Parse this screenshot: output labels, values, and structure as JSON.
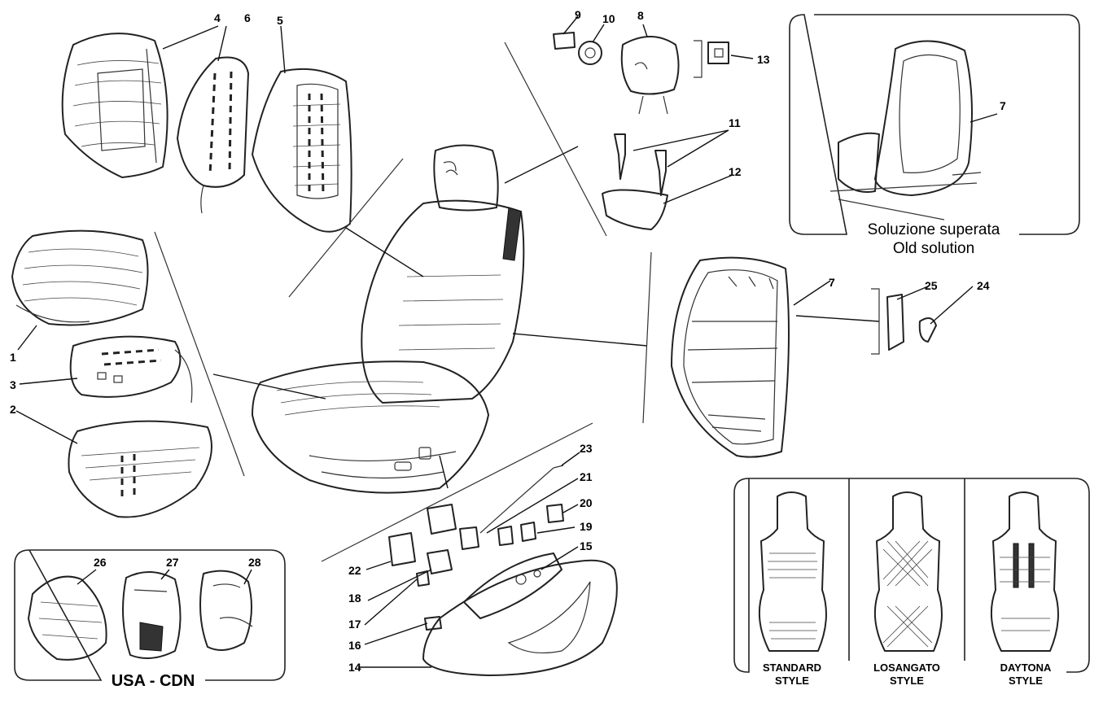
{
  "part_numbers": [
    "1",
    "2",
    "3",
    "4",
    "5",
    "6",
    "7",
    "8",
    "9",
    "10",
    "11",
    "12",
    "13",
    "14",
    "15",
    "16",
    "17",
    "18",
    "19",
    "20",
    "21",
    "22",
    "23",
    "24",
    "25",
    "26",
    "27",
    "28"
  ],
  "old_solution": {
    "label_it": "Soluzione superata",
    "label_en": "Old solution",
    "part_number": "7"
  },
  "styles": [
    {
      "line1": "STANDARD",
      "line2": "STYLE"
    },
    {
      "line1": "LOSANGATO",
      "line2": "STYLE"
    },
    {
      "line1": "DAYTONA",
      "line2": "STYLE"
    }
  ],
  "child_seats": {
    "label": "USA - CDN",
    "part_numbers": [
      "26",
      "27",
      "28"
    ]
  }
}
